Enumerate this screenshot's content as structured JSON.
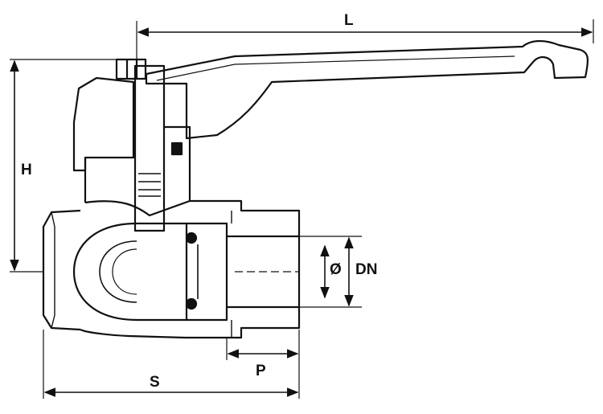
{
  "dimensions": {
    "length_label": "L",
    "height_label": "H",
    "bore_label": "Ø",
    "nominal_diameter_label": "DN",
    "thread_length_label": "P",
    "overall_length_label": "S"
  },
  "colors": {
    "line": "#111111",
    "hatch": "#222222",
    "background": "#ffffff"
  }
}
